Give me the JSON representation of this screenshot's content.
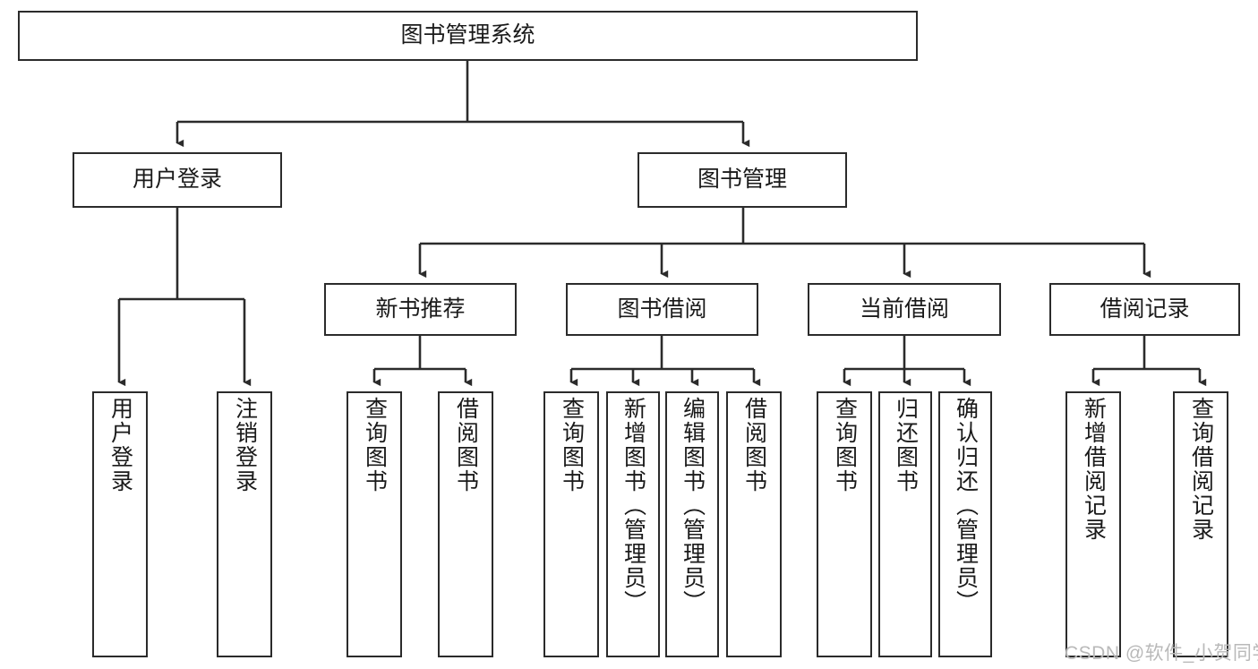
{
  "diagram": {
    "title": "图书管理系统",
    "type": "hierarchy-tree",
    "orientation": "top-down",
    "levels": 4,
    "colors": {
      "stroke": "#2b2b2b",
      "fill": "#ffffff",
      "text": "#1a1a1a",
      "watermark": "#b9b9b9"
    },
    "root": {
      "label": "图书管理系统"
    },
    "level2": [
      {
        "label": "用户登录"
      },
      {
        "label": "图书管理"
      }
    ],
    "level3": [
      {
        "label": "新书推荐"
      },
      {
        "label": "图书借阅"
      },
      {
        "label": "当前借阅"
      },
      {
        "label": "借阅记录"
      }
    ],
    "leaves": {
      "user_login": [
        {
          "label": "用户登录"
        },
        {
          "label": "注销登录"
        }
      ],
      "new_book_recommend": [
        {
          "label": "查询图书"
        },
        {
          "label": "借阅图书"
        }
      ],
      "book_borrow": [
        {
          "label": "查询图书"
        },
        {
          "label": "新增图书（管理员）"
        },
        {
          "label": "编辑图书（管理员）"
        },
        {
          "label": "借阅图书"
        }
      ],
      "current_borrow": [
        {
          "label": "查询图书"
        },
        {
          "label": "归还图书"
        },
        {
          "label": "确认归还（管理员）"
        }
      ],
      "borrow_record": [
        {
          "label": "新增借阅记录"
        },
        {
          "label": "查询借阅记录"
        }
      ]
    },
    "watermark": "CSDN @软件_小贺同学"
  }
}
